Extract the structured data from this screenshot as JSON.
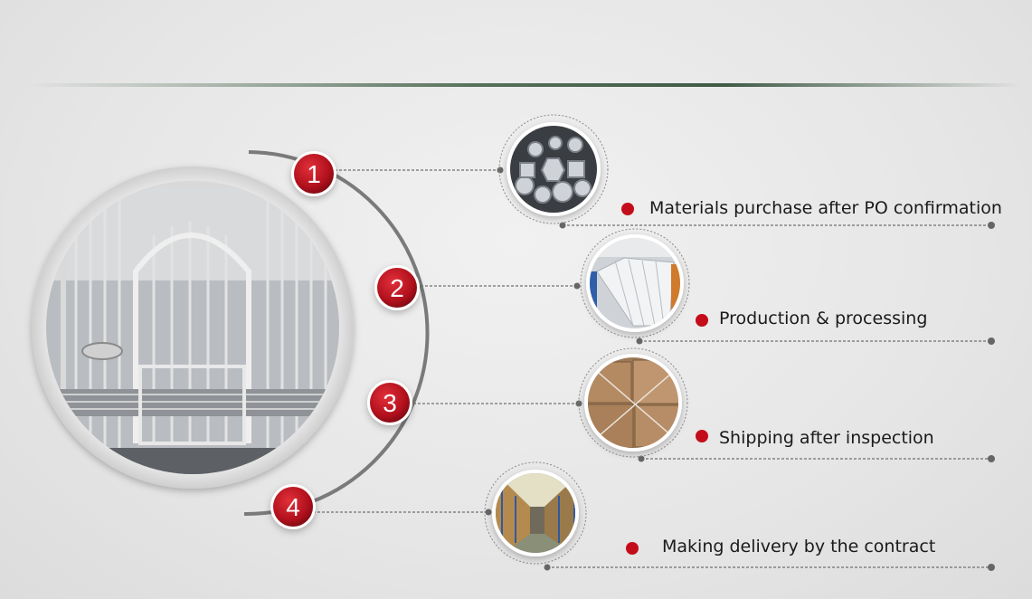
{
  "steps": [
    {
      "number": "1",
      "label": "Materials purchase after PO confirmation",
      "icon": "metal-tubes-photo"
    },
    {
      "number": "2",
      "label": "Production & processing",
      "icon": "production-line-photo"
    },
    {
      "number": "3",
      "label": "Shipping after inspection",
      "icon": "cartons-photo"
    },
    {
      "number": "4",
      "label": "Making delivery by the contract",
      "icon": "warehouse-photo"
    }
  ],
  "main_image": "bird-cage-photo",
  "colors": {
    "badge": "#b0101c",
    "dot": "#c40d1a",
    "arc": "#7a7a7a",
    "rule": "#3f5a45"
  }
}
